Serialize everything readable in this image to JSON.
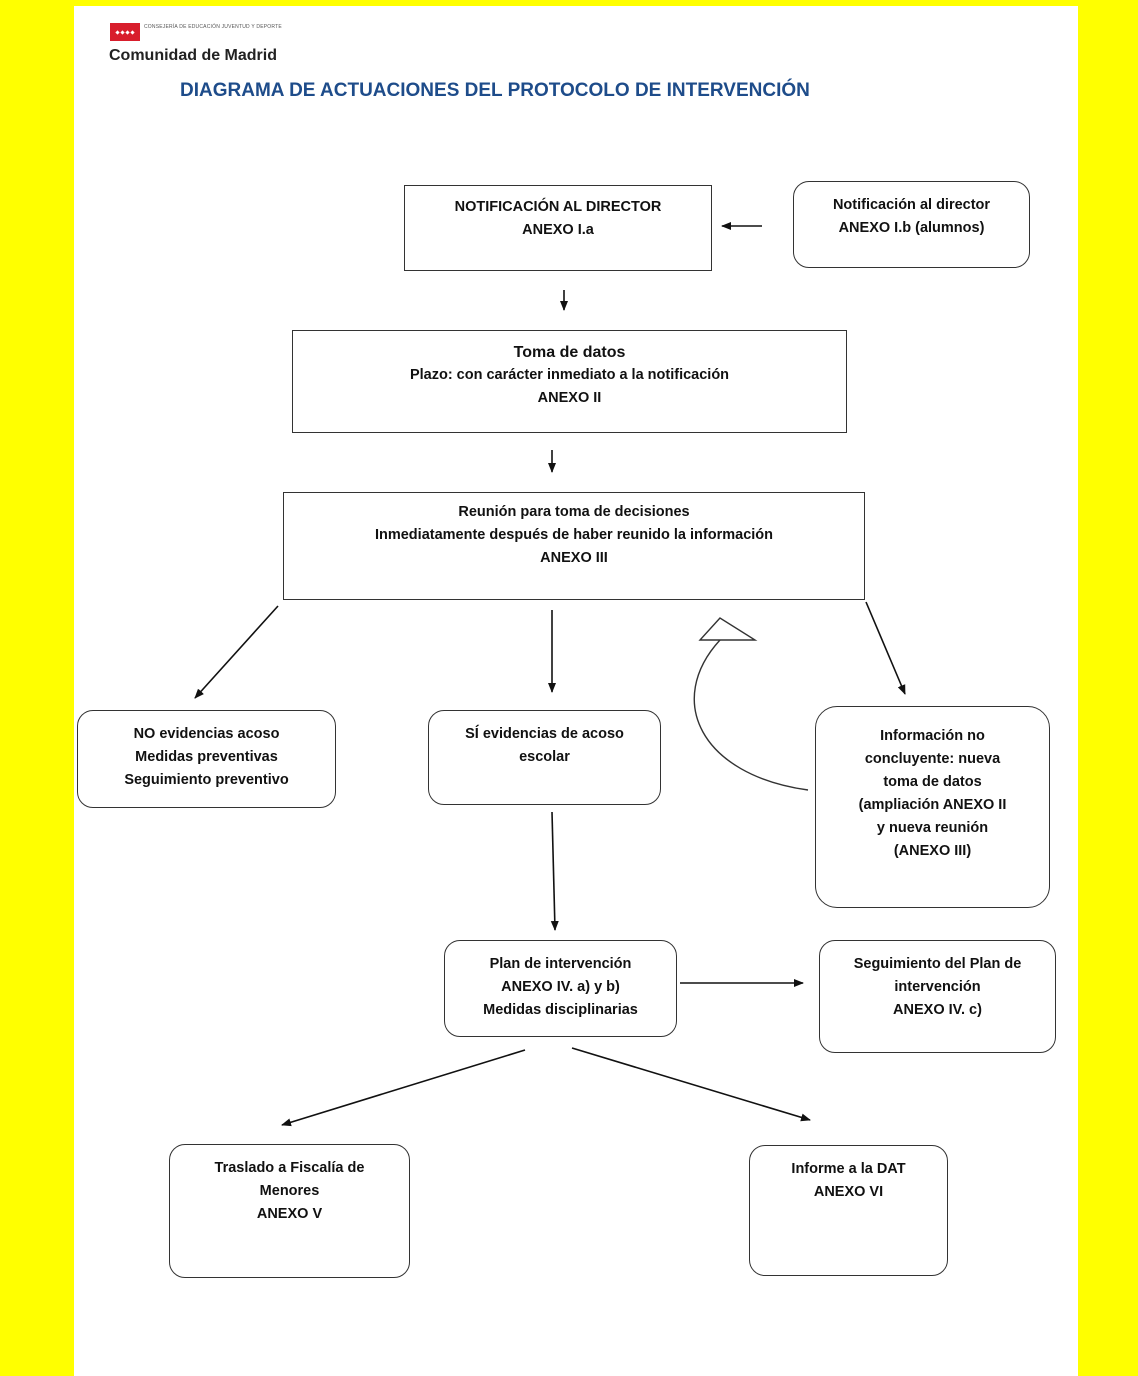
{
  "header": {
    "logo_small_text": "CONSEJERÍA DE EDUCACIÓN JUVENTUD Y DEPORTE",
    "logo_name": "Comunidad de Madrid",
    "title": "DIAGRAMA DE ACTUACIONES DEL PROTOCOLO DE INTERVENCIÓN"
  },
  "boxes": {
    "notif_director": [
      "NOTIFICACIÓN AL DIRECTOR",
      "ANEXO I.a"
    ],
    "notif_alumnos": [
      "Notificación al director",
      "ANEXO I.b (alumnos)"
    ],
    "toma_datos": [
      "Toma de datos",
      "Plazo: con carácter inmediato a la notificación",
      "ANEXO II"
    ],
    "reunion": [
      "Reunión para toma de decisiones",
      "Inmediatamente después de haber reunido la información",
      "ANEXO III"
    ],
    "no_evidencias": [
      "NO evidencias acoso",
      "Medidas preventivas",
      "Seguimiento preventivo"
    ],
    "si_evidencias": [
      "SÍ evidencias de acoso",
      "escolar"
    ],
    "no_concluyente": [
      "Información no",
      "concluyente: nueva",
      "toma de datos",
      "(ampliación ANEXO II",
      "y nueva reunión",
      "(ANEXO III)"
    ],
    "plan": [
      "Plan de intervención",
      "ANEXO IV. a) y b)",
      "Medidas disciplinarias"
    ],
    "seguimiento": [
      "Seguimiento del Plan de",
      "intervención",
      "ANEXO IV. c)"
    ],
    "fiscalia": [
      "Traslado a Fiscalía de",
      "Menores",
      "ANEXO V"
    ],
    "informe_dat": [
      "Informe a la DAT",
      "ANEXO VI"
    ]
  },
  "colors": {
    "background": "#ffff00",
    "title": "#1e4c8a",
    "logo_red": "#d81e2c"
  }
}
